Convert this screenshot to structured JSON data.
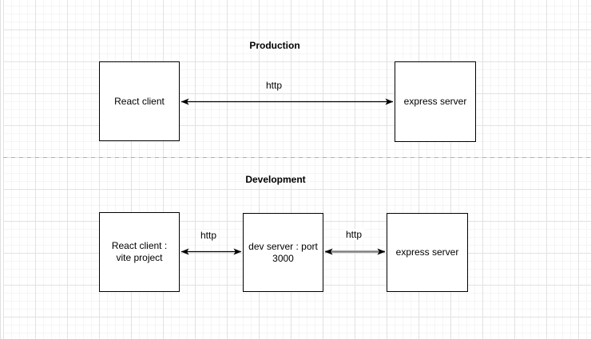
{
  "canvas": {
    "background_color": "#ffffff",
    "grid_minor_color": "#f5f5f5",
    "grid_major_color": "#e2e2e2",
    "page_divider_color": "#b0b0b0"
  },
  "colors": {
    "node_fill": "#ffffff",
    "node_stroke": "#000000",
    "edge_black": "#000000",
    "edge_gray_shaft": "#808080",
    "arrowhead": "#000000",
    "text": "#000000"
  },
  "diagram": {
    "production": {
      "title": "Production",
      "nodes": [
        {
          "label": "React client"
        },
        {
          "label": "express server"
        }
      ],
      "edges": [
        {
          "label": "http",
          "style": "black-thin",
          "direction": "both"
        }
      ]
    },
    "development": {
      "title": "Development",
      "nodes": [
        {
          "label": "React client : vite project"
        },
        {
          "label": "dev server : port 3000"
        },
        {
          "label": "express server"
        }
      ],
      "edges": [
        {
          "label": "http",
          "style": "black-thin",
          "direction": "both"
        },
        {
          "label": "http",
          "style": "gray-thick",
          "direction": "both"
        }
      ]
    }
  }
}
